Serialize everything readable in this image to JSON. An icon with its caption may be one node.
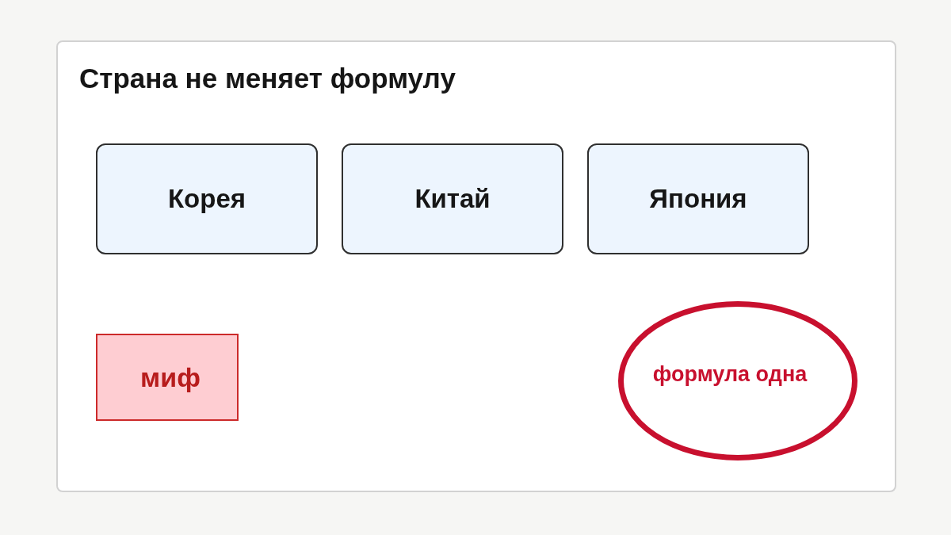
{
  "diagram": {
    "title": "Страна не меняет формулу",
    "nodes": [
      {
        "text": [
          "Корея"
        ]
      },
      {
        "text": [
          "Китай"
        ]
      },
      {
        "text": [
          "Япония"
        ]
      },
      {
        "text": [
          "миф"
        ]
      },
      {
        "text": [
          "формула одна"
        ]
      }
    ]
  }
}
